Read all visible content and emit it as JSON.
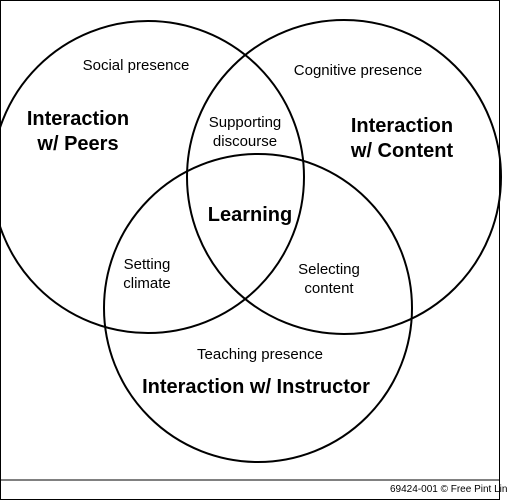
{
  "circles": {
    "peers": {
      "presence": "Social presence",
      "title": "Interaction\nw/ Peers"
    },
    "content": {
      "presence": "Cognitive presence",
      "title": "Interaction\nw/ Content"
    },
    "instructor": {
      "presence": "Teaching presence",
      "title": "Interaction w/ Instructor"
    }
  },
  "overlaps": {
    "peers_content": "Supporting\ndiscourse",
    "peers_instructor": "Setting\nclimate",
    "content_instructor": "Selecting\ncontent",
    "center": "Learning"
  },
  "credit": "69424-001 © Free Pint Lin"
}
